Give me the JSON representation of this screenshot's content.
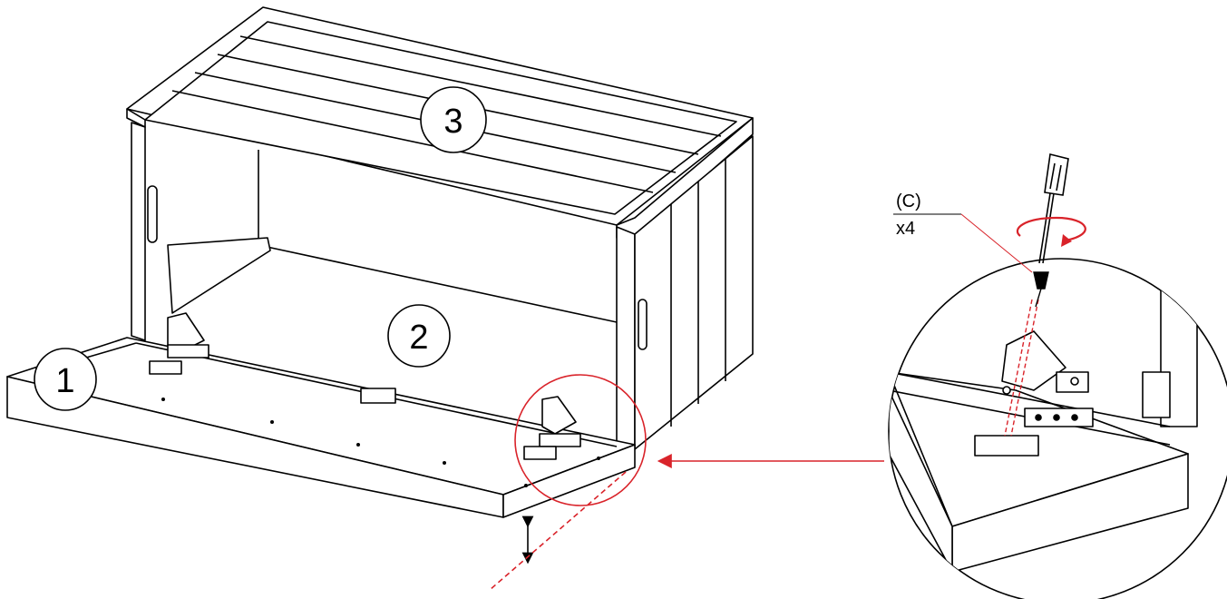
{
  "parts": {
    "base": "1",
    "back_panel": "2",
    "top_panel": "3"
  },
  "hardware": {
    "label": "(C)",
    "quantity": "x4"
  },
  "colors": {
    "line": "#000000",
    "highlight": "#d9232a",
    "background": "#ffffff"
  },
  "icons": [
    "screwdriver-icon",
    "rotate-arrow-icon",
    "hinge-icon",
    "screw-icon"
  ]
}
